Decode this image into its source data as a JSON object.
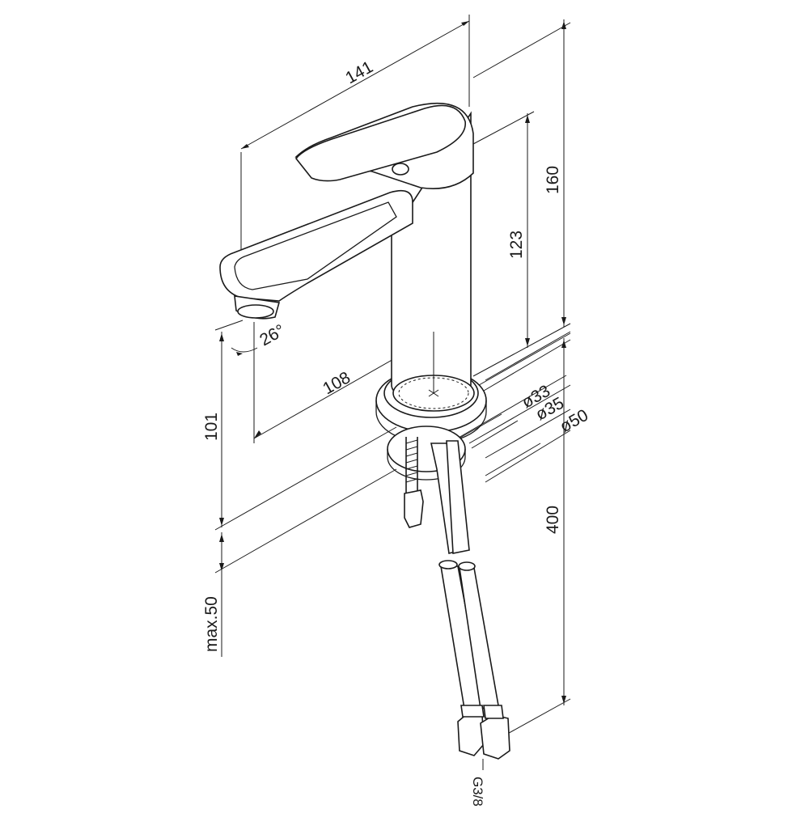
{
  "dimensions": {
    "total_length": "141",
    "total_height": "160",
    "handle_height": "123",
    "spout_reach": "108",
    "spout_height": "101",
    "spout_angle": "26°",
    "diameter_inner": "ø33",
    "diameter_body": "ø35",
    "diameter_base": "ø50",
    "hose_length": "400",
    "max_deck_thickness": "max.50",
    "thread": "G3/8"
  }
}
